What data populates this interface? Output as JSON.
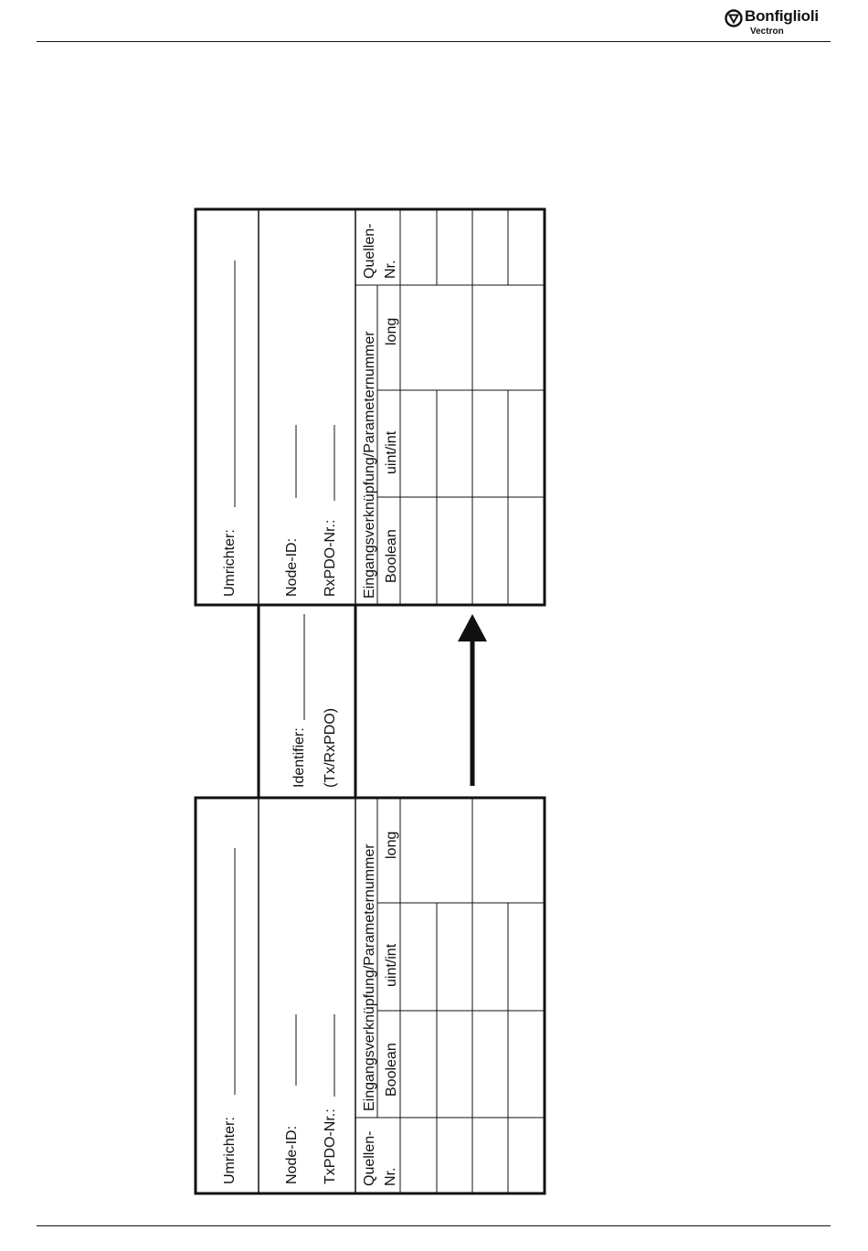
{
  "brand": {
    "name": "Bonfiglioli",
    "sub": "Vectron"
  },
  "tx_form": {
    "umrichter": "Umrichter:",
    "node_id": "Node-ID:",
    "pdo_nr": "TxPDO-Nr.:",
    "quellen_1": "Quellen-",
    "quellen_2": "Nr.",
    "eingang": "Eingangsverknüpfung/Parameternummer",
    "col_boolean": "Boolean",
    "col_uint": "uint/int",
    "col_long": "long"
  },
  "identifier_box": {
    "identifier": "Identifier:",
    "txrx": "(Tx/RxPDO)"
  },
  "rx_form": {
    "umrichter": "Umrichter:",
    "node_id": "Node-ID:",
    "pdo_nr": "RxPDO-Nr.:",
    "quellen_1": "Quellen-",
    "quellen_2": "Nr.",
    "eingang": "Eingangsverknüpfung/Parameternummer",
    "col_boolean": "Boolean",
    "col_uint": "uint/int",
    "col_long": "long"
  },
  "colors": {
    "ink": "#111111",
    "paper": "#ffffff"
  }
}
